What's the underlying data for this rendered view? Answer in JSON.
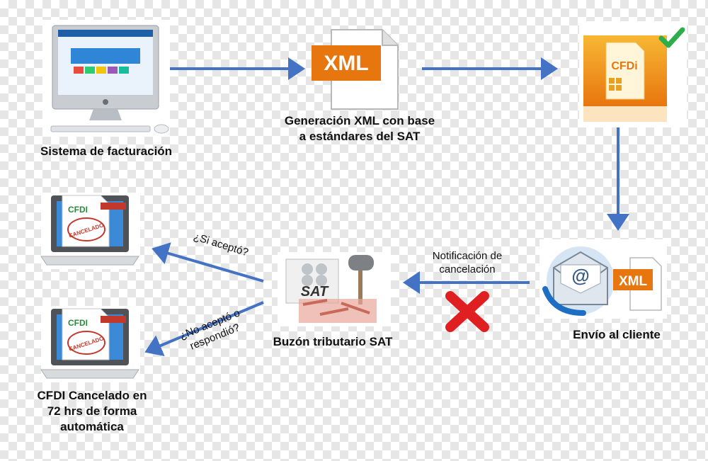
{
  "nodes": {
    "billing_system": {
      "label": "Sistema de facturación",
      "icon": "desktop-computer-icon"
    },
    "xml_generation": {
      "label_lines": [
        "Generación XML con base",
        "a estándares del SAT"
      ],
      "icon_text": "XML"
    },
    "cfdi_validated": {
      "icon_text": "CFDi",
      "icon": "checkmark-icon"
    },
    "send_to_client": {
      "label": "Envío al cliente",
      "icon_text": "XML",
      "icon": "email-icon"
    },
    "sat_mailbox": {
      "label": "Buzón tributario SAT",
      "icon_text": "SAT"
    },
    "cancel_accepted": {
      "icon_text": "CFDI",
      "stamp_text": "CANCELADO"
    },
    "cancel_auto": {
      "icon_text": "CFDI",
      "stamp_text": "CANCELADO",
      "label_lines": [
        "CFDI Cancelado en",
        "72 hrs de forma",
        "automática"
      ]
    }
  },
  "edges": {
    "notification": {
      "label_lines": [
        "Notificación de",
        "cancelación"
      ]
    },
    "accepted": {
      "label": "¿Si aceptó?"
    },
    "not_accepted": {
      "label_lines": [
        "¿No aceptó o",
        "respondió?"
      ]
    }
  },
  "colors": {
    "arrow": "#4472C4",
    "xml_orange": "#E8760F",
    "cfdi_orange": "#F39C12",
    "check_green": "#2EAE4A",
    "reject_red": "#E02020"
  }
}
